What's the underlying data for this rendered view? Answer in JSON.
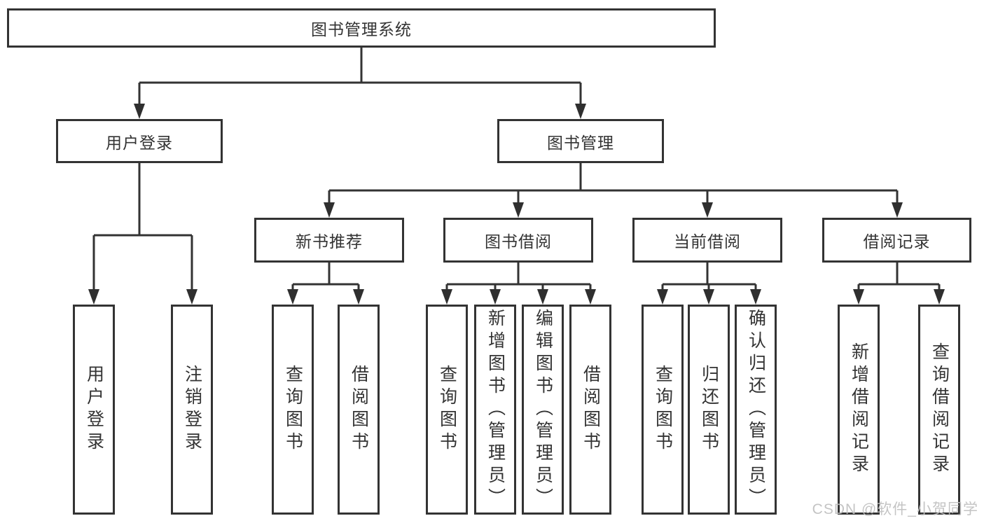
{
  "diagram": {
    "type": "hierarchy-tree",
    "orientation": "top-down",
    "tree": {
      "label": "图书管理系统",
      "children": [
        {
          "label": "用户登录",
          "children": [
            {
              "label": "用户登录"
            },
            {
              "label": "注销登录"
            }
          ]
        },
        {
          "label": "图书管理",
          "children": [
            {
              "label": "新书推荐",
              "children": [
                {
                  "label": "查询图书"
                },
                {
                  "label": "借阅图书"
                }
              ]
            },
            {
              "label": "图书借阅",
              "children": [
                {
                  "label": "查询图书"
                },
                {
                  "label": "新增图书（管理员）"
                },
                {
                  "label": "编辑图书（管理员）"
                },
                {
                  "label": "借阅图书"
                }
              ]
            },
            {
              "label": "当前借阅",
              "children": [
                {
                  "label": "查询图书"
                },
                {
                  "label": "归还图书"
                },
                {
                  "label": "确认归还（管理员）"
                }
              ]
            },
            {
              "label": "借阅记录",
              "children": [
                {
                  "label": "新增借阅记录"
                },
                {
                  "label": "查询借阅记录"
                }
              ]
            }
          ]
        }
      ]
    }
  },
  "watermark": "CSDN @软件_小贺同学",
  "colors": {
    "background": "#ffffff",
    "line": "#333333",
    "box_border": "#333333",
    "text": "#333333",
    "arrowhead": "#2f2f2f",
    "watermark": "#c0c0c0"
  }
}
